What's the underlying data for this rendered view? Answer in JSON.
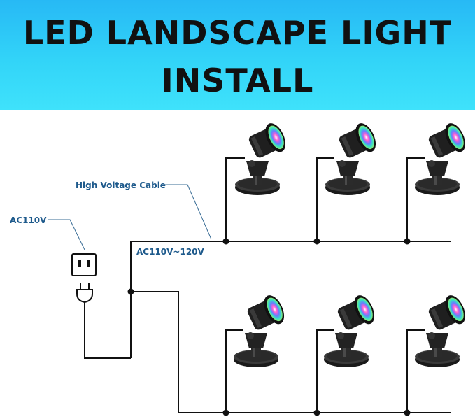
{
  "header": {
    "title_line1": "LED LANDSCAPE LIGHT",
    "title_line2": "INSTALL"
  },
  "labels": {
    "high_voltage_cable": "High Voltage Cable",
    "source": "AC110V",
    "voltage_range": "AC110V~120V"
  },
  "colors": {
    "banner_top": "#27b9f5",
    "banner_bottom": "#3fe2fb",
    "wire": "#111111",
    "label_text": "#1e5a8c",
    "leader_line": "#3a6d96"
  }
}
